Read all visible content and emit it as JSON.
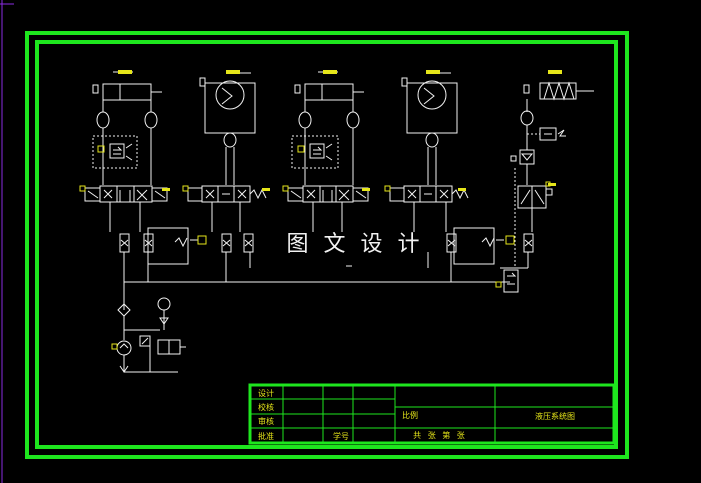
{
  "watermark": "图 文 设 计",
  "title_block": {
    "row_labels": [
      "设计",
      "校核",
      "审核",
      "批准"
    ],
    "bottom_mid": "学号",
    "scale_label": "比例",
    "company": "共 张 第 张",
    "drawing_title": "液压系统图"
  },
  "colors": {
    "background": "#000000",
    "border": "#1ee61e",
    "lines": "#f2f2f2",
    "text_yellow": "#e6e61a",
    "margin_line": "#8a2be2"
  }
}
